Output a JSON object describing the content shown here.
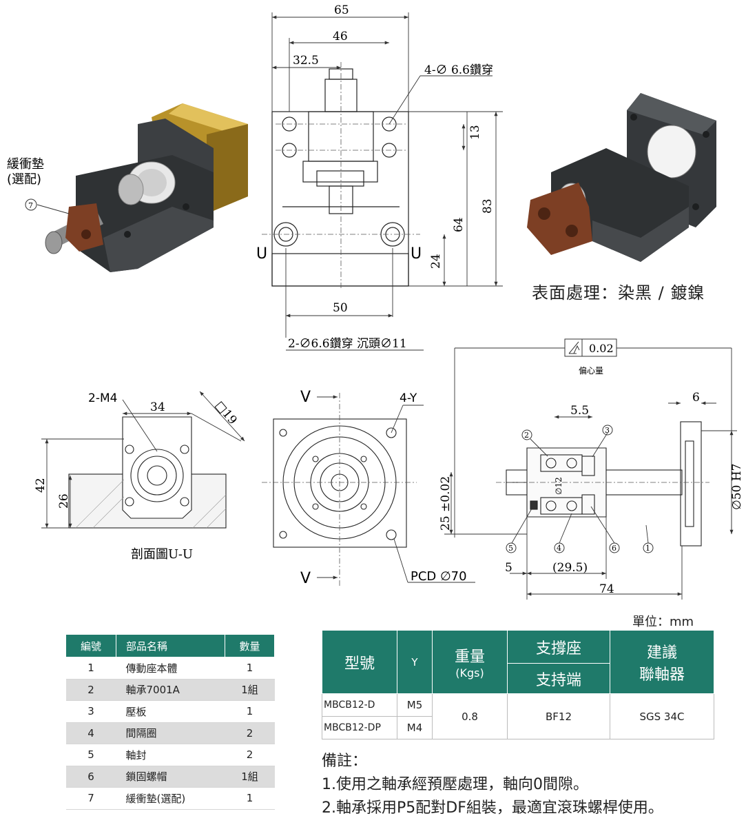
{
  "labels": {
    "buffer_pad": "緩衝墊",
    "buffer_pad_optional": "(選配)",
    "item7": "7",
    "surface_treatment": "表面處理：染黑 / 鍍鎳",
    "section_uu": "剖面圖U-U",
    "unit": "單位：mm",
    "eccentric": "偏心量",
    "parallel_tol": "0.02"
  },
  "dims": {
    "d65": "65",
    "d46": "46",
    "d32_5": "32.5",
    "hole4": "4-∅ 6.6鑽穿",
    "d13": "13",
    "d83": "83",
    "d64": "64",
    "d24": "24",
    "d50": "50",
    "hole2": "2-∅6.6鑽穿 沉頭∅11",
    "u": "U",
    "m4": "2-M4",
    "d34": "34",
    "sq19": "□19",
    "d42": "42",
    "d26": "26",
    "v": "V",
    "y4": "4-Y",
    "pcd": "PCD ∅70",
    "d5_5": "5.5",
    "d6": "6",
    "phi50": "∅50 H7",
    "d25": "25 ±0.02",
    "phi12": "∅12",
    "d5": "5",
    "d29_5": "(29.5)",
    "d74": "74",
    "n1": "1",
    "n2": "2",
    "n3": "3",
    "n4": "4",
    "n5": "5",
    "n6": "6"
  },
  "parts_table": {
    "headers": [
      "編號",
      "部品名稱",
      "數量"
    ],
    "rows": [
      [
        "1",
        "傳動座本體",
        "1"
      ],
      [
        "2",
        "軸承7001A",
        "1組"
      ],
      [
        "3",
        "壓板",
        "1"
      ],
      [
        "4",
        "間隔圈",
        "2"
      ],
      [
        "5",
        "軸封",
        "2"
      ],
      [
        "6",
        "鎖固螺帽",
        "1組"
      ],
      [
        "7",
        "緩衝墊(選配)",
        "1"
      ]
    ]
  },
  "spec_table": {
    "h_model": "型號",
    "h_y": "Y",
    "h_weight": "重量",
    "h_weight_unit": "(Kgs)",
    "h_support": "支撐座",
    "h_support_end": "支持端",
    "h_coupling_1": "建議",
    "h_coupling_2": "聯軸器",
    "rows": [
      {
        "model": "MBCB12-D",
        "y": "M5"
      },
      {
        "model": "MBCB12-DP",
        "y": "M4"
      }
    ],
    "weight": "0.8",
    "support_end": "BF12",
    "coupling": "SGS 34C"
  },
  "notes": {
    "title": "備註：",
    "line1": "1.使用之軸承經預壓處理，軸向0間隙。",
    "line2": "2.軸承採用P5配對DF組裝，最適宜滾珠螺桿使用。"
  },
  "colors": {
    "accent": "#1f7a6a",
    "brass": "#c9a23a",
    "body": "#3a3d40",
    "pad": "#8a4a2e"
  }
}
